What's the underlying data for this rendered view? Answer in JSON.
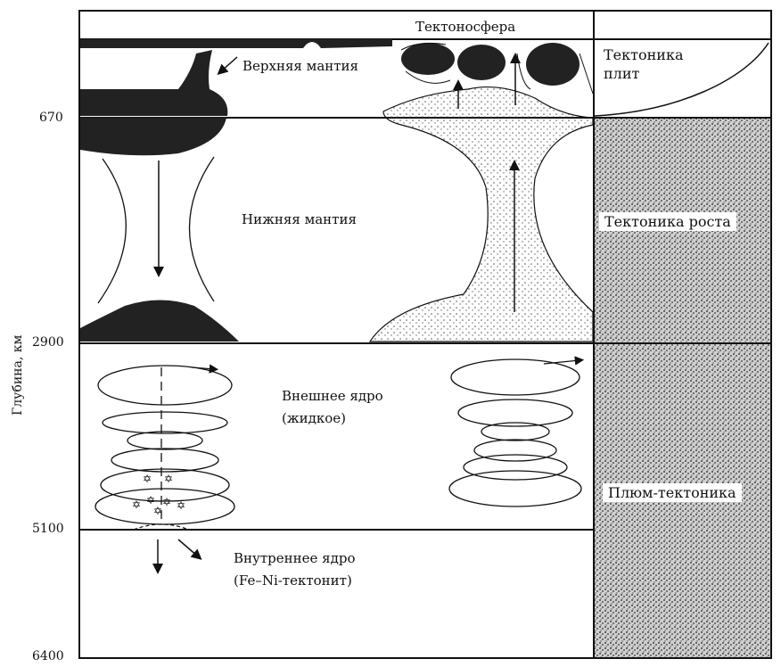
{
  "axis": {
    "title": "Глубина, км"
  },
  "depths": [
    "670",
    "2900",
    "5100",
    "6400"
  ],
  "layers": {
    "tectonosphere": "Тектоносфера",
    "upper_mantle": "Верхняя мантия",
    "lower_mantle": "Нижняя мантия",
    "outer_core": [
      "Внешнее ядро",
      "(жидкое)"
    ],
    "inner_core": [
      "Внутреннее ядро",
      "(Fe–Ni-тектонит)"
    ]
  },
  "tectonics": {
    "plates": [
      "Тектоника",
      "плит"
    ],
    "growth": "Тектоника роста",
    "plume": "Плюм-тектоника"
  },
  "colors": {
    "ink": "#111111",
    "fill": "#222222",
    "paper": "#ffffff",
    "stipple": "#555555"
  }
}
